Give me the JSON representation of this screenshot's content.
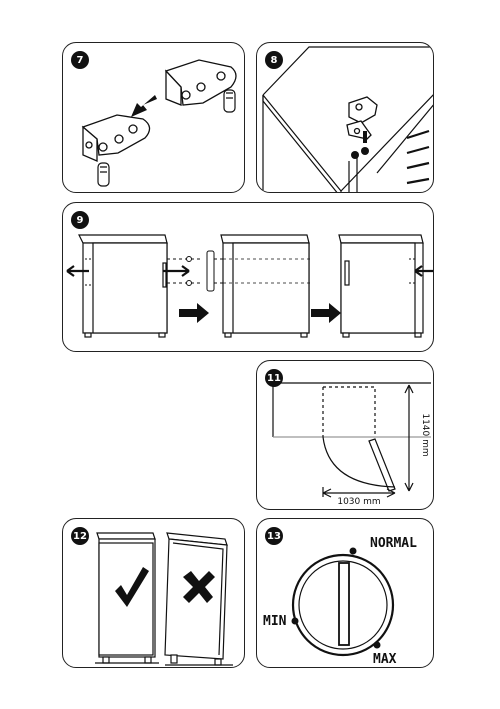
{
  "steps": {
    "s7": "7",
    "s8": "8",
    "s9": "9",
    "s11": "11",
    "s12": "12",
    "s13": "13"
  },
  "dimensions": {
    "height": "1140 mm",
    "width": "1030 mm"
  },
  "thermostat": {
    "normal": "NORMAL",
    "min": "MIN",
    "max": "MAX"
  },
  "icons": {
    "correct": "checkmark-icon",
    "wrong": "cross-icon"
  }
}
